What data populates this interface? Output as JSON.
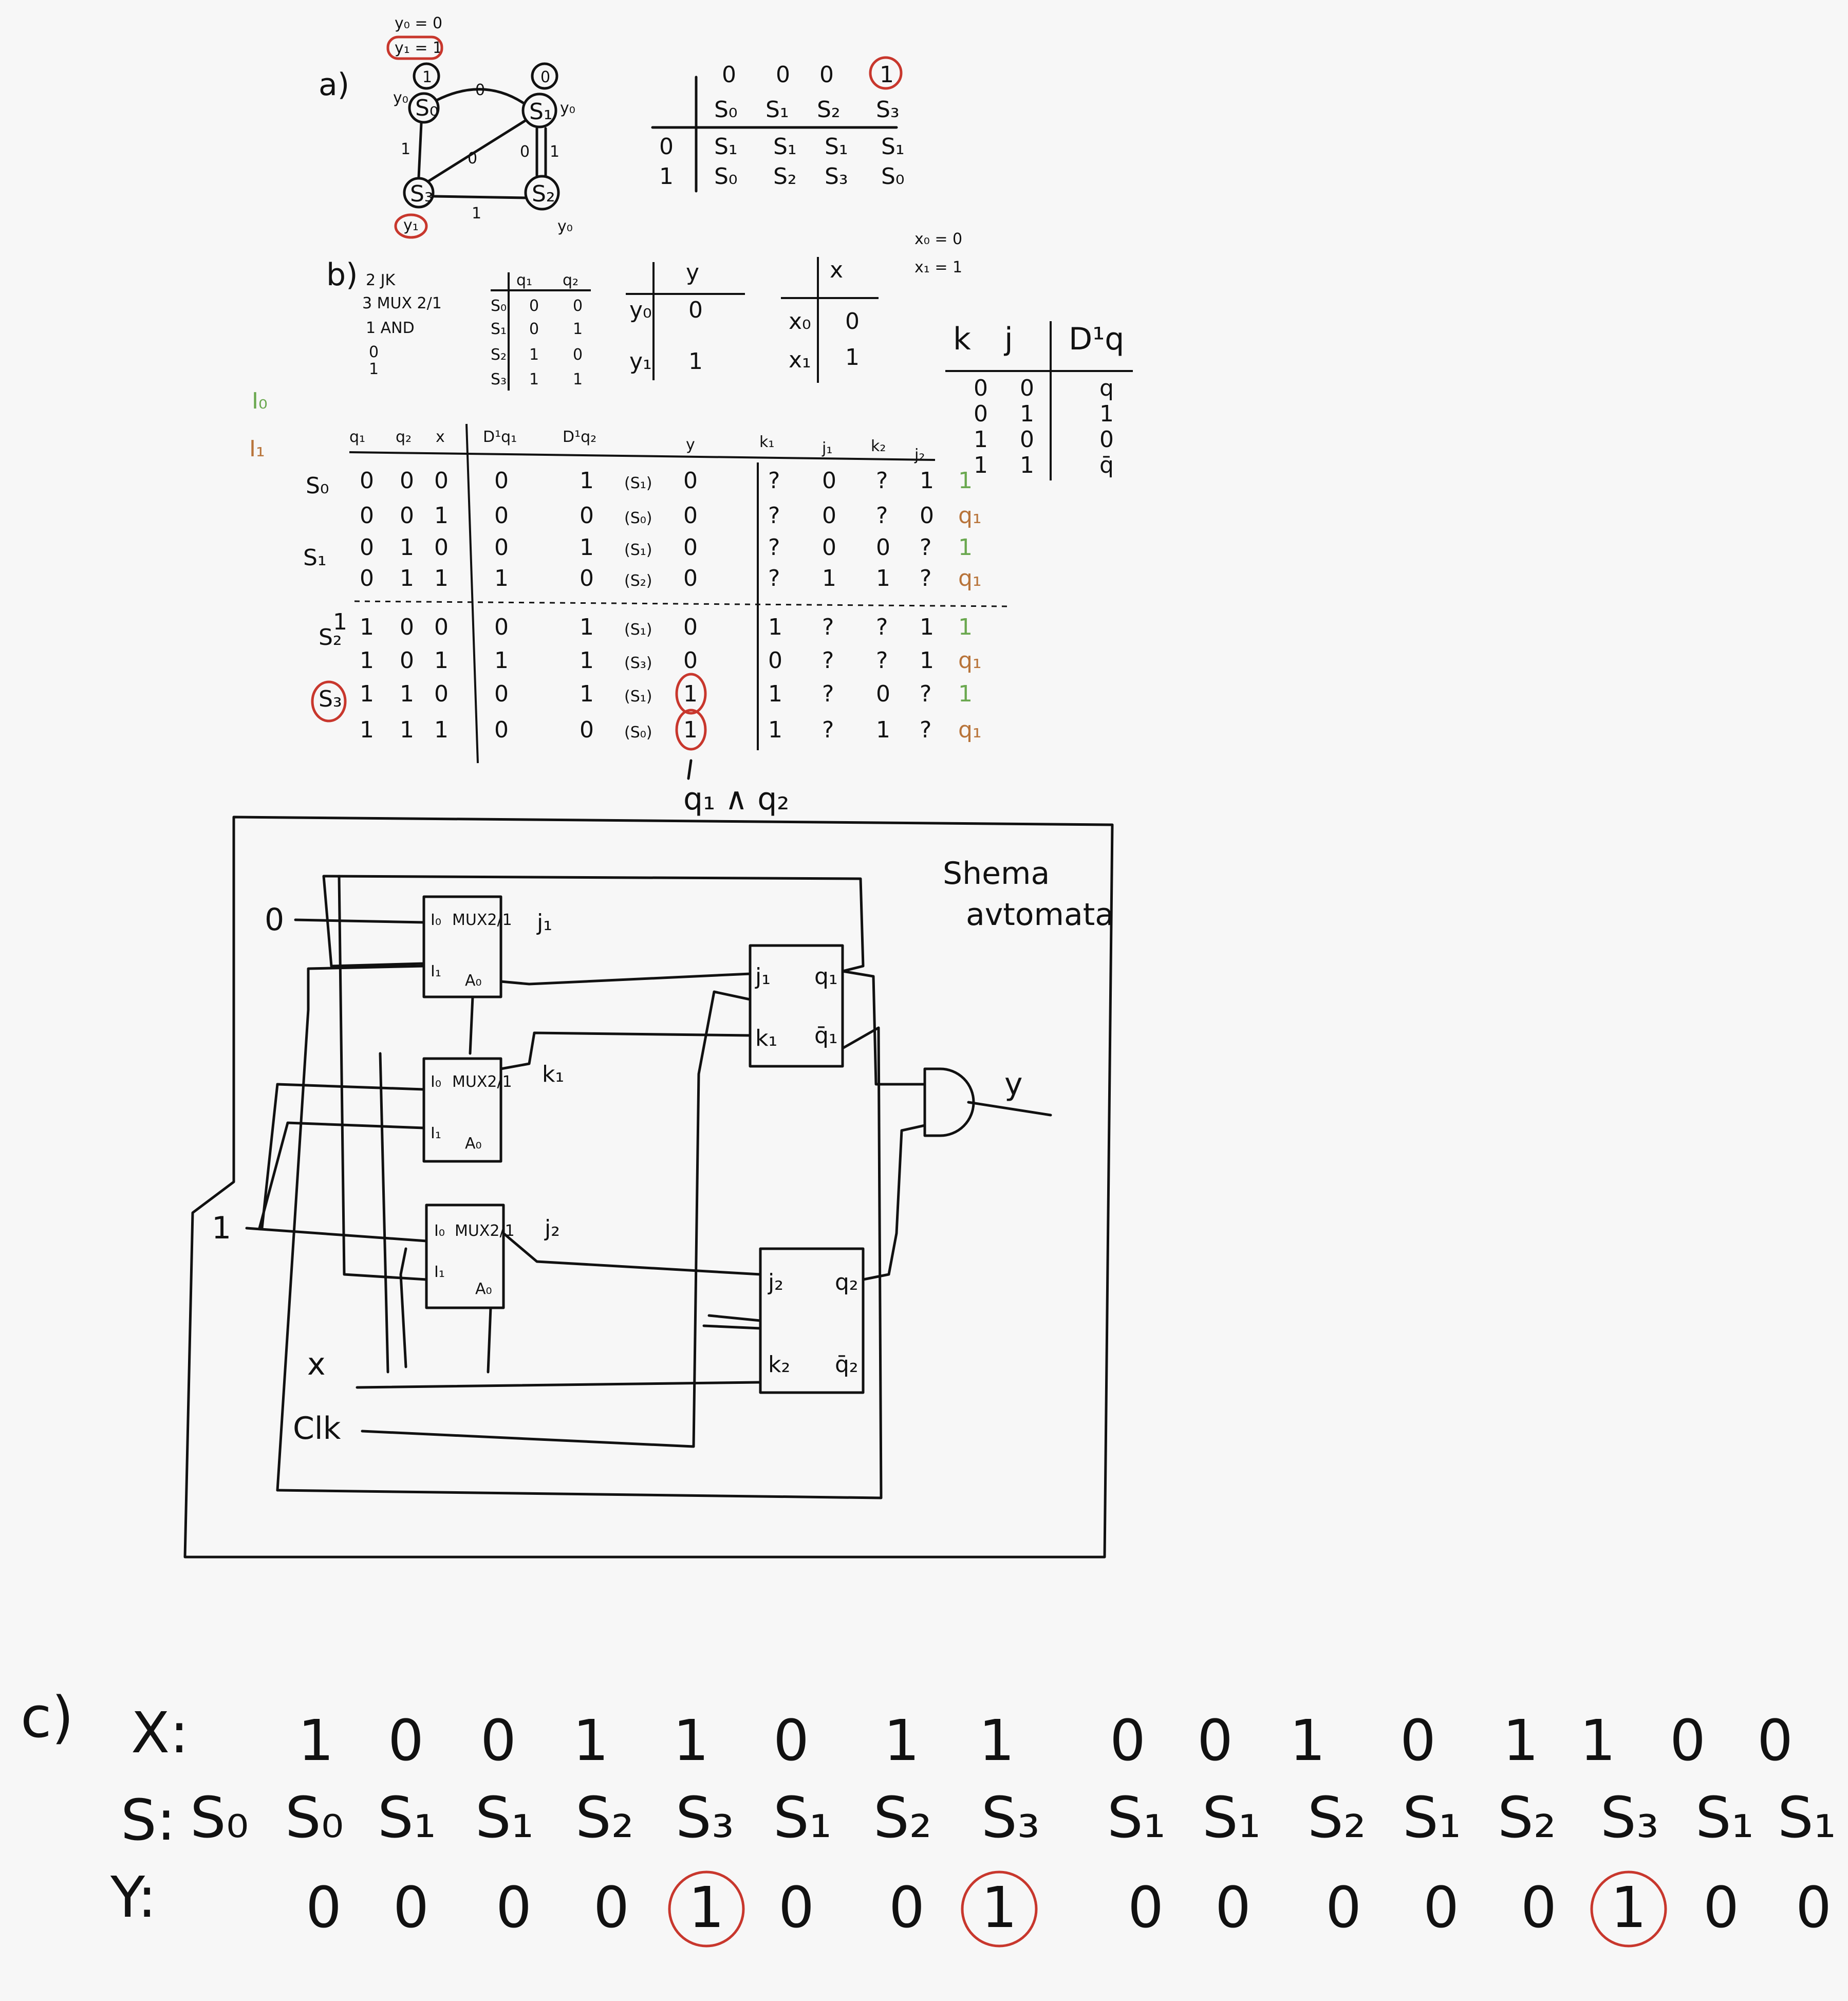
{
  "part_a": {
    "label": "a)",
    "outputs_note": [
      "y₀ = 0",
      "y₁ = 1"
    ],
    "states": [
      {
        "name": "S₀",
        "output": "y₀"
      },
      {
        "name": "S₁",
        "output": "y₀"
      },
      {
        "name": "S₂",
        "output": "y₀"
      },
      {
        "name": "S₃",
        "output": "y₁"
      }
    ],
    "edge_labels": {
      "s0_self": "1",
      "s0_s1": "0",
      "s1_self": "0",
      "s1_s2": "1",
      "s2_s1": "0",
      "s2_s3": "1",
      "s3_s1": "0",
      "s3_s0": "1"
    },
    "table": {
      "outputs": [
        "0",
        "0",
        "0",
        "1"
      ],
      "columns": [
        "S₀",
        "S₁",
        "S₂",
        "S₃"
      ],
      "rows": [
        {
          "input": "0",
          "next": [
            "S₁",
            "S₁",
            "S₁",
            "S₁"
          ]
        },
        {
          "input": "1",
          "next": [
            "S₀",
            "S₂",
            "S₃",
            "S₀"
          ]
        }
      ]
    }
  },
  "part_b": {
    "label": "b)",
    "components": [
      "2 JK",
      "3 MUX 2/1",
      "1 AND",
      "0",
      "1"
    ],
    "state_code": {
      "headers": [
        "q₁",
        "q₂"
      ],
      "rows": [
        [
          "S₀",
          "0",
          "0"
        ],
        [
          "S₁",
          "0",
          "1"
        ],
        [
          "S₂",
          "1",
          "0"
        ],
        [
          "S₃",
          "1",
          "1"
        ]
      ]
    },
    "y_code": {
      "header": "y",
      "rows": [
        [
          "y₀",
          "0"
        ],
        [
          "y₁",
          "1"
        ]
      ]
    },
    "x_code": {
      "header": "x",
      "rows": [
        [
          "x₀",
          "0"
        ],
        [
          "x₁",
          "1"
        ]
      ]
    },
    "x_note": [
      "x₀ = 0",
      "x₁ = 1"
    ],
    "jk_table": {
      "headers": [
        "k",
        "j",
        "D¹q"
      ],
      "rows": [
        [
          "0",
          "0",
          "q"
        ],
        [
          "0",
          "1",
          "1"
        ],
        [
          "1",
          "0",
          "0"
        ],
        [
          "1",
          "1",
          "q̄"
        ]
      ]
    },
    "io_legend": [
      "I₀",
      "I₁"
    ],
    "transition_table": {
      "headers": [
        "q₁",
        "q₂",
        "x",
        "D¹q₁",
        "D¹q₂",
        "y",
        "k₁",
        "j₁",
        "k₂",
        "j₂"
      ],
      "groups": [
        "S₀",
        "S₁",
        "S₂",
        "S₃"
      ],
      "rows": [
        {
          "q1": "0",
          "q2": "0",
          "x": "0",
          "d1": "0",
          "d2": "1",
          "s": "(S₁)",
          "y": "0",
          "k1": "?",
          "j1": "0",
          "k2": "?",
          "j2": "1",
          "note": "1"
        },
        {
          "q1": "0",
          "q2": "0",
          "x": "1",
          "d1": "0",
          "d2": "0",
          "s": "(S₀)",
          "y": "0",
          "k1": "?",
          "j1": "0",
          "k2": "?",
          "j2": "0",
          "note": "q₁"
        },
        {
          "q1": "0",
          "q2": "1",
          "x": "0",
          "d1": "0",
          "d2": "1",
          "s": "(S₁)",
          "y": "0",
          "k1": "?",
          "j1": "0",
          "k2": "0",
          "j2": "?",
          "note": "1"
        },
        {
          "q1": "0",
          "q2": "1",
          "x": "1",
          "d1": "1",
          "d2": "0",
          "s": "(S₂)",
          "y": "0",
          "k1": "?",
          "j1": "1",
          "k2": "1",
          "j2": "?",
          "note": "q₁"
        },
        {
          "q1": "1",
          "q2": "0",
          "x": "0",
          "d1": "0",
          "d2": "1",
          "s": "(S₁)",
          "y": "0",
          "k1": "1",
          "j1": "?",
          "k2": "?",
          "j2": "1",
          "note": "1"
        },
        {
          "q1": "1",
          "q2": "0",
          "x": "1",
          "d1": "1",
          "d2": "1",
          "s": "(S₃)",
          "y": "0",
          "k1": "0",
          "j1": "?",
          "k2": "?",
          "j2": "1",
          "note": "q₁"
        },
        {
          "q1": "1",
          "q2": "1",
          "x": "0",
          "d1": "0",
          "d2": "1",
          "s": "(S₁)",
          "y": "1",
          "k1": "1",
          "j1": "?",
          "k2": "0",
          "j2": "?",
          "note": "1"
        },
        {
          "q1": "1",
          "q2": "1",
          "x": "1",
          "d1": "0",
          "d2": "0",
          "s": "(S₀)",
          "y": "1",
          "k1": "1",
          "j1": "?",
          "k2": "1",
          "j2": "?",
          "note": "q₁"
        }
      ],
      "k1_side": [
        "1",
        "q₁",
        "1",
        "q₁"
      ],
      "y_formula": "q₁ ∧ q₂"
    }
  },
  "circuit": {
    "title_line1": "Shema",
    "title_line2": "avtomata",
    "const0": "0",
    "const1": "1",
    "x_label": "x",
    "clk_label": "Clk",
    "mux1": {
      "i0": "I₀",
      "i1": "I₁",
      "name": "MUX2/1",
      "sel": "A₀",
      "out": "j₁"
    },
    "mux2": {
      "i0": "I₀",
      "i1": "I₁",
      "name": "MUX2/1",
      "sel": "A₀",
      "out": "k₁"
    },
    "mux3": {
      "i0": "I₀",
      "i1": "I₁",
      "name": "MUX2/1",
      "sel": "A₀",
      "out": "j₂"
    },
    "ff1": {
      "j": "j₁",
      "k": "k₁",
      "q": "q₁",
      "qn": "q̄₁"
    },
    "ff2": {
      "j": "j₂",
      "k": "k₂",
      "q": "q₂",
      "qn": "q̄₂"
    },
    "and_out": "y"
  },
  "part_c": {
    "label": "c)",
    "x_label": "X:",
    "s_label": "S:",
    "y_label": "Y:",
    "x_seq": [
      "1",
      "0",
      "0",
      "1",
      "1",
      "0",
      "1",
      "1",
      "0",
      "0",
      "1",
      "0",
      "1",
      "1",
      "0",
      "0"
    ],
    "s_seq": [
      "S₀",
      "S₀",
      "S₁",
      "S₁",
      "S₂",
      "S₃",
      "S₁",
      "S₂",
      "S₃",
      "S₁",
      "S₁",
      "S₂",
      "S₁",
      "S₂",
      "S₃",
      "S₁",
      "S₁"
    ],
    "y_seq": [
      "0",
      "0",
      "0",
      "0",
      "1",
      "0",
      "0",
      "1",
      "0",
      "0",
      "0",
      "0",
      "0",
      "1",
      "0",
      "0"
    ],
    "highlighted_y": [
      4,
      7,
      13
    ]
  }
}
